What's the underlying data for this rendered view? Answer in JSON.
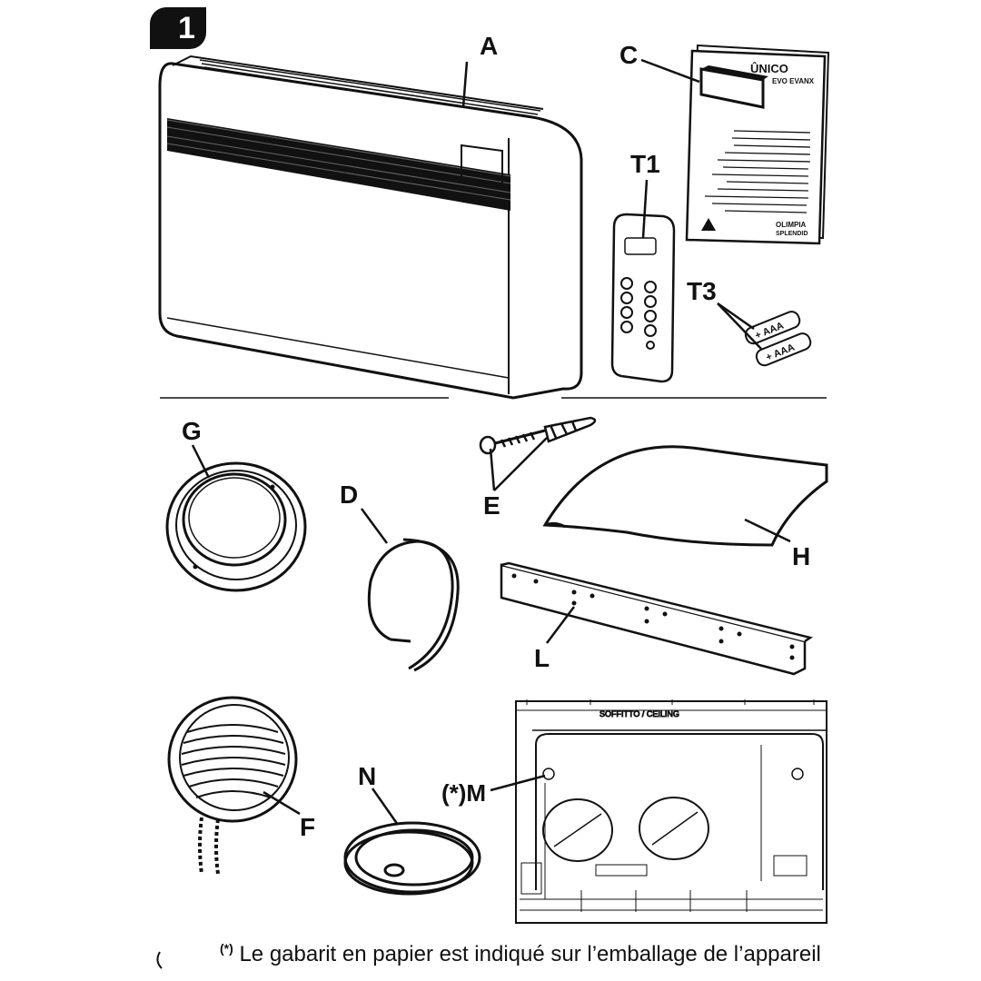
{
  "figure_number": "1",
  "labels": {
    "A": "A",
    "C": "C",
    "T1": "T1",
    "T3": "T3",
    "G": "G",
    "D": "D",
    "E": "E",
    "H": "H",
    "L": "L",
    "F": "F",
    "N": "N",
    "M": "(*)M"
  },
  "manual": {
    "brand": "ÛNICO",
    "model": "EVO EVANX",
    "maker": "OLIMPIA",
    "maker_sub": "SPLENDID"
  },
  "batteries": {
    "label": "+ AAA"
  },
  "template": {
    "ceiling_label": "SOFFITTO / CEILING"
  },
  "footnote": {
    "marker": "(*)",
    "text": " Le gabarit en papier est indiqué sur l’emballage de l’appareil"
  },
  "icons": [
    "air-conditioner-unit",
    "user-manual",
    "remote-control",
    "aaa-batteries",
    "flange-ring",
    "sealing-strip",
    "screw-and-wall-plug",
    "sheet-panel",
    "mounting-bracket",
    "external-grille",
    "drain-hose",
    "paper-template"
  ]
}
